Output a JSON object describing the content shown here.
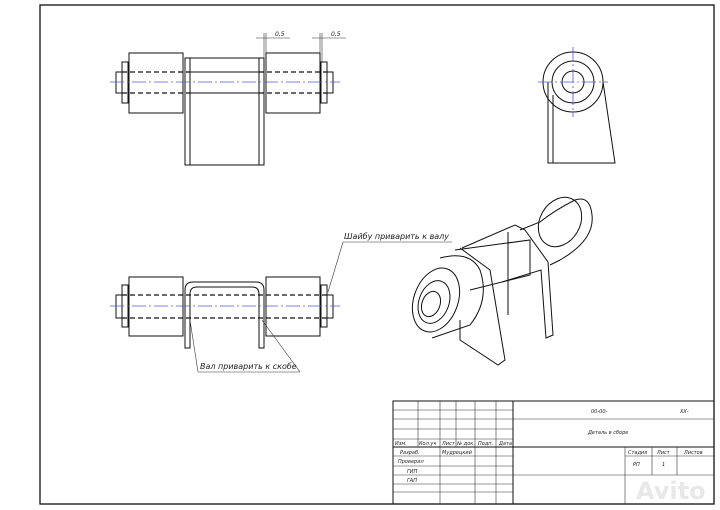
{
  "drawing": {
    "dimensions": [
      "0,5",
      "0,5"
    ],
    "annotations": {
      "washer_weld": "Шайбу приварить к валу",
      "shaft_weld": "Вал приварить к скобе"
    },
    "colors": {
      "centerline": "#5555dd",
      "lines": "#111111"
    }
  },
  "title_block": {
    "code": "00-00-",
    "code_suffix": "ХХ-",
    "title": "Деталь в сборе",
    "headers": [
      "Изм.",
      "Кол.уч",
      "Лист",
      "№ док.",
      "Подп.",
      "Дата"
    ],
    "roles": [
      "Разраб.",
      "Проверил",
      "ГИП",
      "ГАП"
    ],
    "developer": "Мудрецкий",
    "stage_header": "Стадия",
    "sheet_header": "Лист",
    "sheets_header": "Листов",
    "stage": "РП",
    "sheet": "1"
  },
  "watermark": "Avito"
}
